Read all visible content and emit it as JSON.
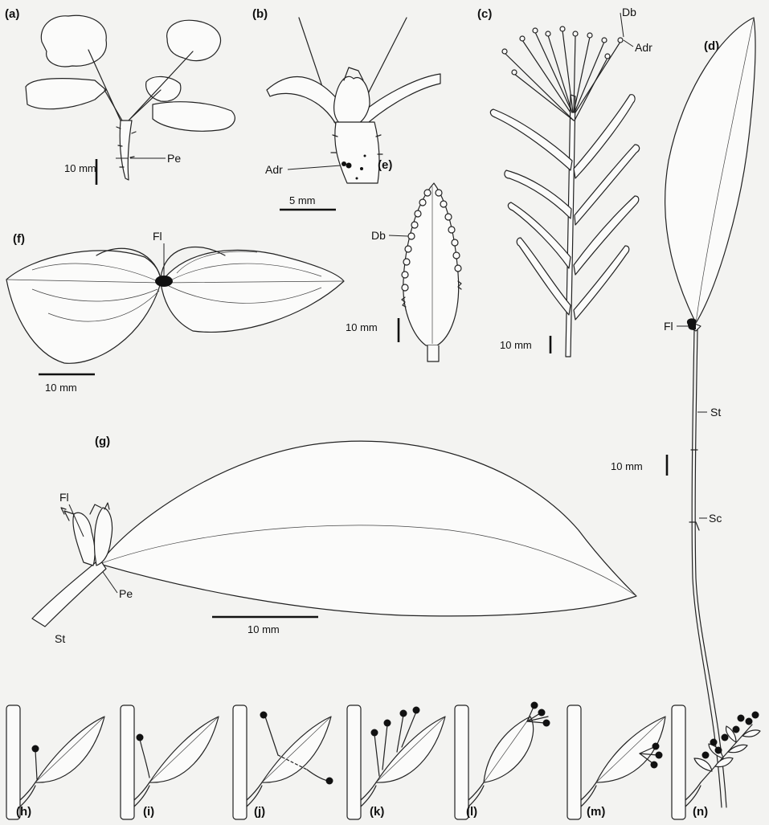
{
  "panels": {
    "a": {
      "label": "(a)",
      "scale": "10 mm",
      "abbr": [
        "Pe"
      ]
    },
    "b": {
      "label": "(b)",
      "scale": "5 mm",
      "abbr": [
        "Adr"
      ]
    },
    "c": {
      "label": "(c)",
      "scale": "10 mm",
      "abbr": [
        "Db",
        "Adr"
      ]
    },
    "d": {
      "label": "(d)",
      "scale": "10 mm",
      "abbr": [
        "Fl",
        "St",
        "Sc"
      ]
    },
    "e": {
      "label": "(e)",
      "scale": "10 mm",
      "abbr": [
        "Db"
      ]
    },
    "f": {
      "label": "(f)",
      "scale": "10 mm",
      "abbr": [
        "Fl"
      ]
    },
    "g": {
      "label": "(g)",
      "scale": "10 mm",
      "abbr": [
        "Fl",
        "Pe",
        "St"
      ]
    },
    "h": {
      "label": "(h)"
    },
    "i": {
      "label": "(i)"
    },
    "j": {
      "label": "(j)"
    },
    "k": {
      "label": "(k)"
    },
    "l": {
      "label": "(l)"
    },
    "m": {
      "label": "(m)"
    },
    "n": {
      "label": "(n)"
    }
  }
}
